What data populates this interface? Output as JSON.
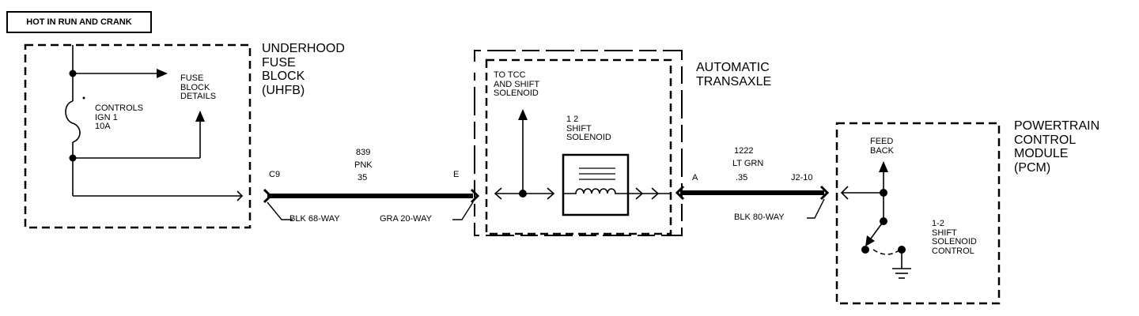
{
  "banner": "HOT IN RUN AND CRANK",
  "uhfb": {
    "title": [
      "UNDERHOOD",
      "FUSE",
      "BLOCK",
      "(UHFB)"
    ],
    "fuse_label": [
      "CONTROLS",
      "IGN 1",
      "10A"
    ],
    "details_label": [
      "FUSE",
      "BLOCK",
      "DETAILS"
    ],
    "connector_pin": "C9",
    "connector_name": "BLK 68-WAY"
  },
  "wire1": {
    "circuit": "839",
    "color": "PNK",
    "gauge": "35"
  },
  "transaxle": {
    "title": [
      "AUTOMATIC",
      "TRANSAXLE"
    ],
    "pin_in": "E",
    "connector_in": "GRA 20-WAY",
    "to_label": [
      "TO TCC",
      "AND SHIFT",
      "SOLENOID"
    ],
    "solenoid_label": [
      "1 2",
      "SHIFT",
      "SOLENOID"
    ],
    "pin_out": "A"
  },
  "wire2": {
    "circuit": "1222",
    "color": "LT GRN",
    "gauge": ".35"
  },
  "pcm": {
    "title": [
      "POWERTRAIN",
      "CONTROL",
      "MODULE",
      "(PCM)"
    ],
    "pin": "J2-10",
    "connector_name": "BLK 80-WAY",
    "feedback_label": [
      "FEED",
      "BACK"
    ],
    "control_label": [
      "1-2",
      "SHIFT",
      "SOLENOID",
      "CONTROL"
    ]
  }
}
